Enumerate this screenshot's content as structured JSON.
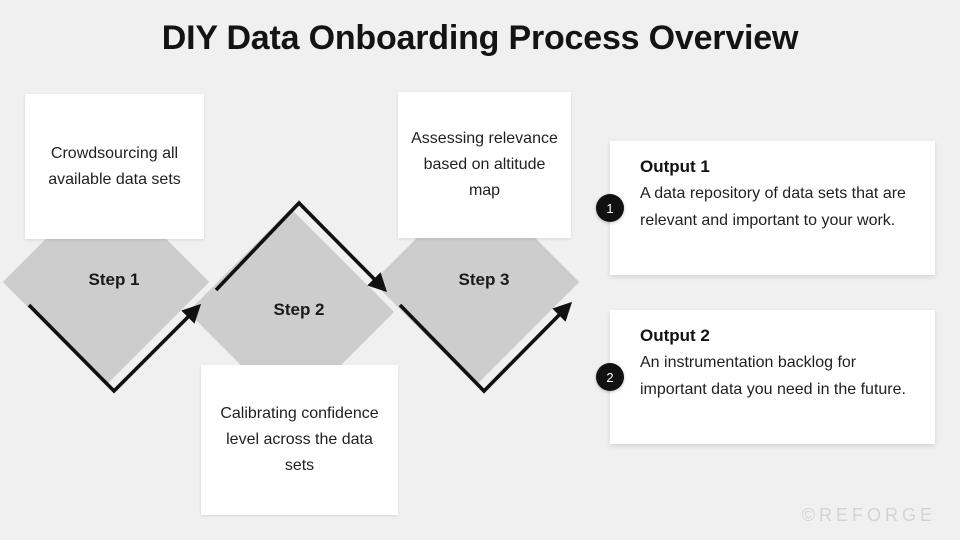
{
  "title": "DIY Data Onboarding Process Overview",
  "background_color": "#f0f0f0",
  "diamond_color": "#cdcdcd",
  "accent_color": "#111111",
  "steps": [
    {
      "label": "Step 1",
      "card_text": "Crowdsourcing all available data sets"
    },
    {
      "label": "Step 2",
      "card_text": "Calibrating confidence level across the data sets"
    },
    {
      "label": "Step 3",
      "card_text": "Assessing relevance based on altitude map"
    }
  ],
  "outputs": [
    {
      "badge": "1",
      "title": "Output 1",
      "description": "A data repository of data sets that are relevant and important to your work."
    },
    {
      "badge": "2",
      "title": "Output 2",
      "description": "An instrumentation backlog for important data you need in the future."
    }
  ],
  "watermark": "©REFORGE"
}
